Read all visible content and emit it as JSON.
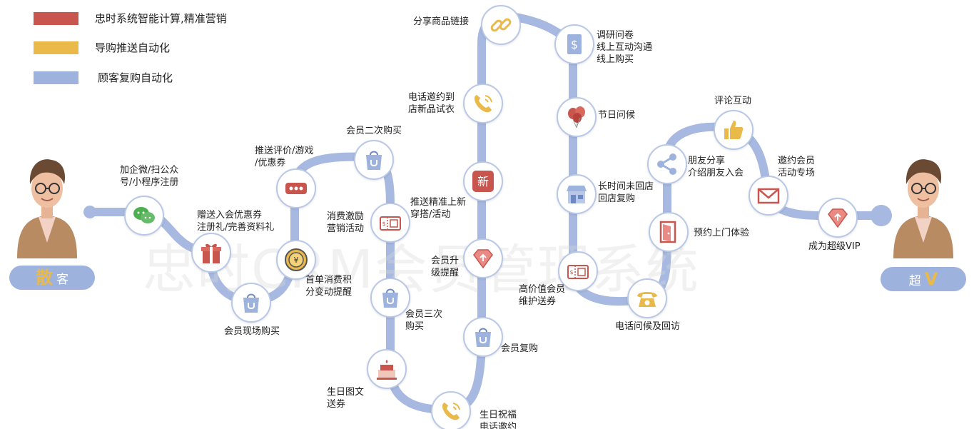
{
  "legend": [
    {
      "text": "忠时系统智能计算,精准营销",
      "color": "#c8564e"
    },
    {
      "text": "导购推送自动化",
      "color": "#e9b94a"
    },
    {
      "text": "顾客复购自动化",
      "color": "#9db2dd"
    }
  ],
  "watermark": "忠时CRM会员管理系统",
  "start_badge": {
    "big": "散",
    "small": "客"
  },
  "end_badge": {
    "small": "超",
    "big": "V"
  },
  "nodes": [
    {
      "key": "wechat",
      "label": "加企微/扫公众\n号/小程序注册",
      "icon": "wechat-icon"
    },
    {
      "key": "gift",
      "label": "赠送入会优惠券\n注册礼/完善资料礼",
      "icon": "gift-icon"
    },
    {
      "key": "store_buy",
      "label": "会员现场购买",
      "icon": "shopping-bag-icon"
    },
    {
      "key": "points",
      "label": "首单消费积\n分变动提醒",
      "icon": "yen-coin-icon"
    },
    {
      "key": "review",
      "label": "推送评价/游戏\n/优惠券",
      "icon": "chat-dots-icon"
    },
    {
      "key": "second_buy",
      "label": "会员二次购买",
      "icon": "shopping-bag-icon"
    },
    {
      "key": "incentive",
      "label": "消费激励\n营销活动",
      "icon": "coupon-icon"
    },
    {
      "key": "third_buy",
      "label": "会员三次\n购买",
      "icon": "shopping-bag-icon"
    },
    {
      "key": "birthday_coupon",
      "label": "生日图文\n送券",
      "icon": "cake-icon"
    },
    {
      "key": "birthday_call",
      "label": "生日祝福\n电话邀约",
      "icon": "phone-icon"
    },
    {
      "key": "repurchase",
      "label": "会员复购",
      "icon": "shopping-bag-icon"
    },
    {
      "key": "upgrade",
      "label": "会员升\n级提醒",
      "icon": "diamond-icon"
    },
    {
      "key": "new_style",
      "label": "推送精准上新\n穿搭/活动",
      "icon": "new-badge-icon"
    },
    {
      "key": "invite_try",
      "label": "电话邀约到\n店新品试衣",
      "icon": "phone-icon"
    },
    {
      "key": "share_link",
      "label": "分享商品链接",
      "icon": "link-icon"
    },
    {
      "key": "survey",
      "label": "调研问卷\n线上互动沟通\n线上购买",
      "icon": "dollar-doc-icon"
    },
    {
      "key": "holiday",
      "label": "节日问候",
      "icon": "balloons-icon"
    },
    {
      "key": "return_store",
      "label": "长时间未回店\n回店复购",
      "icon": "store-icon"
    },
    {
      "key": "vip_gift",
      "label": "高价值会员\n维护送券",
      "icon": "coupon-icon"
    },
    {
      "key": "call_visit",
      "label": "电话问候及回访",
      "icon": "telephone-icon"
    },
    {
      "key": "door_visit",
      "label": "预约上门体验",
      "icon": "door-icon"
    },
    {
      "key": "friend_share",
      "label": "朋友分享\n介绍朋友入会",
      "icon": "share-icon"
    },
    {
      "key": "comment",
      "label": "评论互动",
      "icon": "thumbs-up-icon"
    },
    {
      "key": "invite_event",
      "label": "邀约会员\n活动专场",
      "icon": "envelope-icon"
    },
    {
      "key": "super_vip",
      "label": "成为超级VIP",
      "icon": "diamond-icon"
    }
  ],
  "colors": {
    "path": "#a7b9e0",
    "red": "#c8564e",
    "yellow": "#e9b94a",
    "blue": "#9db2dd"
  }
}
